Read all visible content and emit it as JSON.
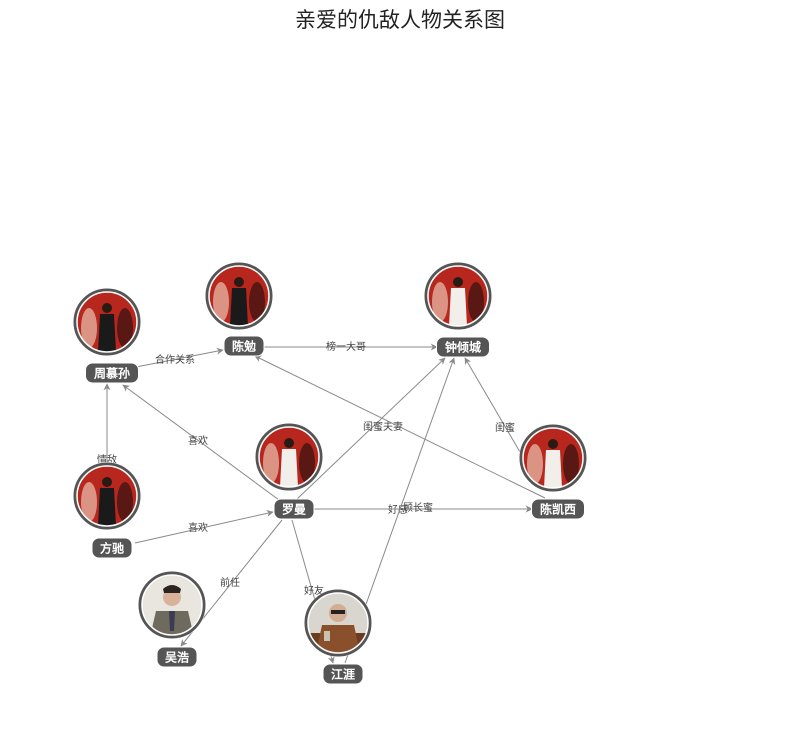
{
  "title": "亲爱的仇敌人物关系图",
  "nodes": [
    {
      "id": "zhoumusun",
      "label": "周慕孙",
      "photo": "red-dark"
    },
    {
      "id": "chenmian",
      "label": "陈勉",
      "photo": "red-dark"
    },
    {
      "id": "zhongqingcheng",
      "label": "钟倾城",
      "photo": "red-white"
    },
    {
      "id": "luoman",
      "label": "罗曼",
      "photo": "red-white"
    },
    {
      "id": "chenkaixi",
      "label": "陈凯西",
      "photo": "red-white"
    },
    {
      "id": "fangchi",
      "label": "方驰",
      "photo": "red-dark"
    },
    {
      "id": "wuhao",
      "label": "吴浩",
      "photo": "white-suit"
    },
    {
      "id": "jiangya",
      "label": "江涯",
      "photo": "brown-coat"
    }
  ],
  "edges": [
    {
      "from": "zhoumusun",
      "to": "chenmian",
      "label": "合作关系"
    },
    {
      "from": "chenmian",
      "to": "zhongqingcheng",
      "label": "榜一大哥"
    },
    {
      "from": "fangchi",
      "to": "zhoumusun",
      "label": "情敌"
    },
    {
      "from": "luoman",
      "to": "zhoumusun",
      "label": "喜欢"
    },
    {
      "from": "fangchi",
      "to": "luoman",
      "label": "喜欢"
    },
    {
      "from": "luoman",
      "to": "zhongqingcheng",
      "label": "闺蜜夫妻"
    },
    {
      "from": "chenkaixi",
      "to": "chenmian",
      "label": ""
    },
    {
      "from": "chenkaixi",
      "to": "zhongqingcheng",
      "label": "闺蜜"
    },
    {
      "from": "luoman",
      "to": "chenkaixi",
      "label": "好感"
    },
    {
      "from": "luoman",
      "to": "chenkaixi",
      "label": "顾长蜜"
    },
    {
      "from": "luoman",
      "to": "wuhao",
      "label": "前任"
    },
    {
      "from": "luoman",
      "to": "jiangya",
      "label": "好友"
    },
    {
      "from": "jiangya",
      "to": "zhongqingcheng",
      "label": ""
    }
  ]
}
